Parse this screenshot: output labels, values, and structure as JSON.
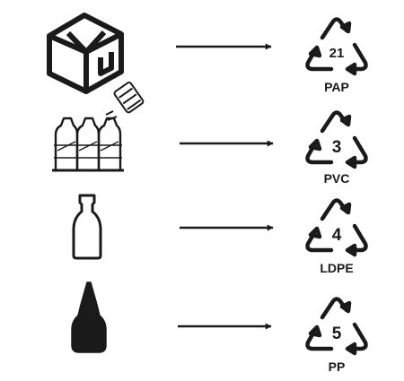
{
  "rows": [
    {
      "item_icon": "cardboard-box-icon",
      "code": "21",
      "label": "PAP"
    },
    {
      "item_icon": "shrink-wrapped-bottles-icon",
      "code": "3",
      "label": "PVC"
    },
    {
      "item_icon": "milk-bottle-icon",
      "code": "4",
      "label": "LDPE"
    },
    {
      "item_icon": "dropper-bottle-cap-icon",
      "code": "5",
      "label": "PP"
    }
  ],
  "colors": {
    "ink": "#1a1a1a",
    "background": "#ffffff"
  }
}
